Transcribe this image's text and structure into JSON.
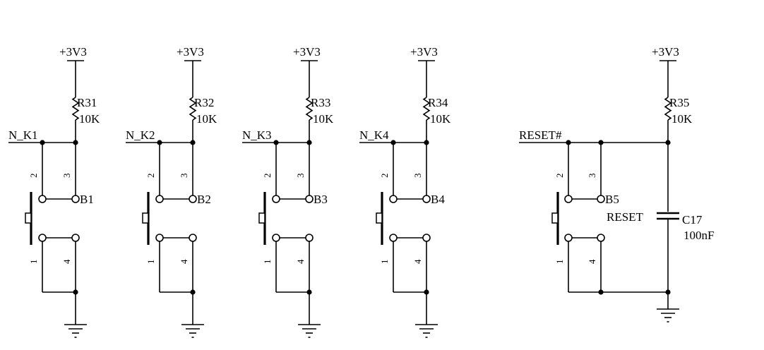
{
  "circuits": [
    {
      "power": "+3V3",
      "resistor_ref": "R31",
      "resistor_value": "10K",
      "net": "N_K1",
      "button_ref": "B1",
      "pins": [
        "2",
        "3",
        "1",
        "4"
      ]
    },
    {
      "power": "+3V3",
      "resistor_ref": "R32",
      "resistor_value": "10K",
      "net": "N_K2",
      "button_ref": "B2",
      "pins": [
        "2",
        "3",
        "1",
        "4"
      ]
    },
    {
      "power": "+3V3",
      "resistor_ref": "R33",
      "resistor_value": "10K",
      "net": "N_K3",
      "button_ref": "B3",
      "pins": [
        "2",
        "3",
        "1",
        "4"
      ]
    },
    {
      "power": "+3V3",
      "resistor_ref": "R34",
      "resistor_value": "10K",
      "net": "N_K4",
      "button_ref": "B4",
      "pins": [
        "2",
        "3",
        "1",
        "4"
      ]
    }
  ],
  "reset_circuit": {
    "power": "+3V3",
    "resistor_ref": "R35",
    "resistor_value": "10K",
    "net": "RESET#",
    "button_ref": "B5",
    "pins": [
      "2",
      "3",
      "1",
      "4"
    ],
    "capacitor_net_label": "RESET",
    "capacitor_ref": "C17",
    "capacitor_value": "100nF"
  }
}
